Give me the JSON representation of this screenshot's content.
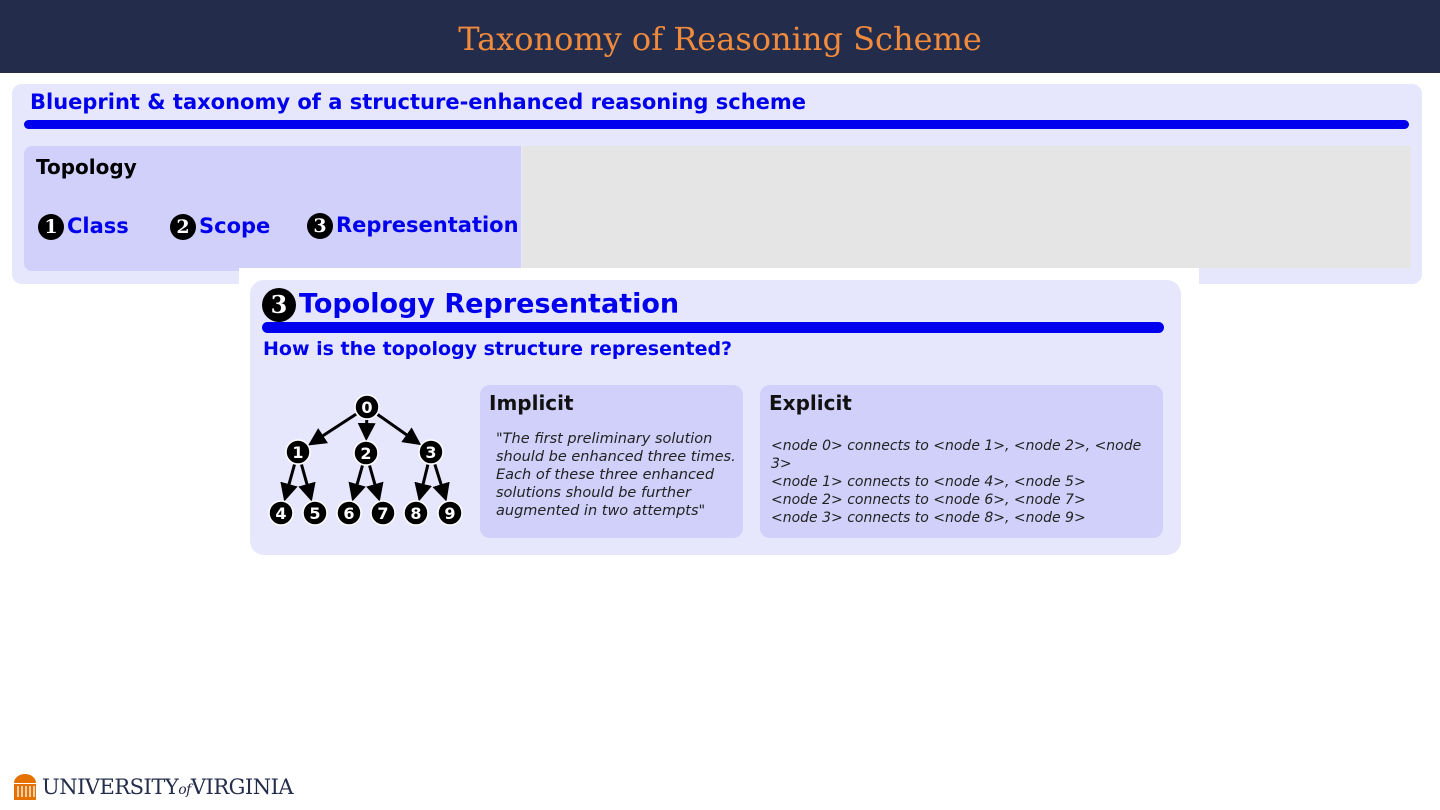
{
  "header": {
    "title": "Taxonomy of Reasoning Scheme"
  },
  "blueprint": {
    "title": "Blueprint & taxonomy of a structure-enhanced reasoning scheme",
    "topology_label": "Topology",
    "items": [
      {
        "num": "1",
        "label": "Class"
      },
      {
        "num": "2",
        "label": "Scope"
      },
      {
        "num": "3",
        "label": "Representation"
      }
    ]
  },
  "card": {
    "num": "3",
    "title": "Topology Representation",
    "question": "How is the topology structure represented?",
    "tree_nodes": [
      "0",
      "1",
      "2",
      "3",
      "4",
      "5",
      "6",
      "7",
      "8",
      "9"
    ],
    "implicit": {
      "title": "Implicit",
      "text": "\"The first preliminary solution should be enhanced three times. Each of these three enhanced solutions should be further augmented in two attempts\""
    },
    "explicit": {
      "title": "Explicit",
      "lines": [
        "<node 0> connects to <node 1>, <node 2>, <node 3>",
        "<node 1> connects to <node 4>, <node 5>",
        "<node 2> connects to <node 6>, <node 7>",
        "<node 3> connects to <node 8>, <node 9>"
      ]
    }
  },
  "footer": {
    "logo_text": "UNIVERSITY of VIRGINIA"
  },
  "colors": {
    "header_bg": "#232c4a",
    "title": "#f08a3c",
    "accent": "#0000ee"
  }
}
